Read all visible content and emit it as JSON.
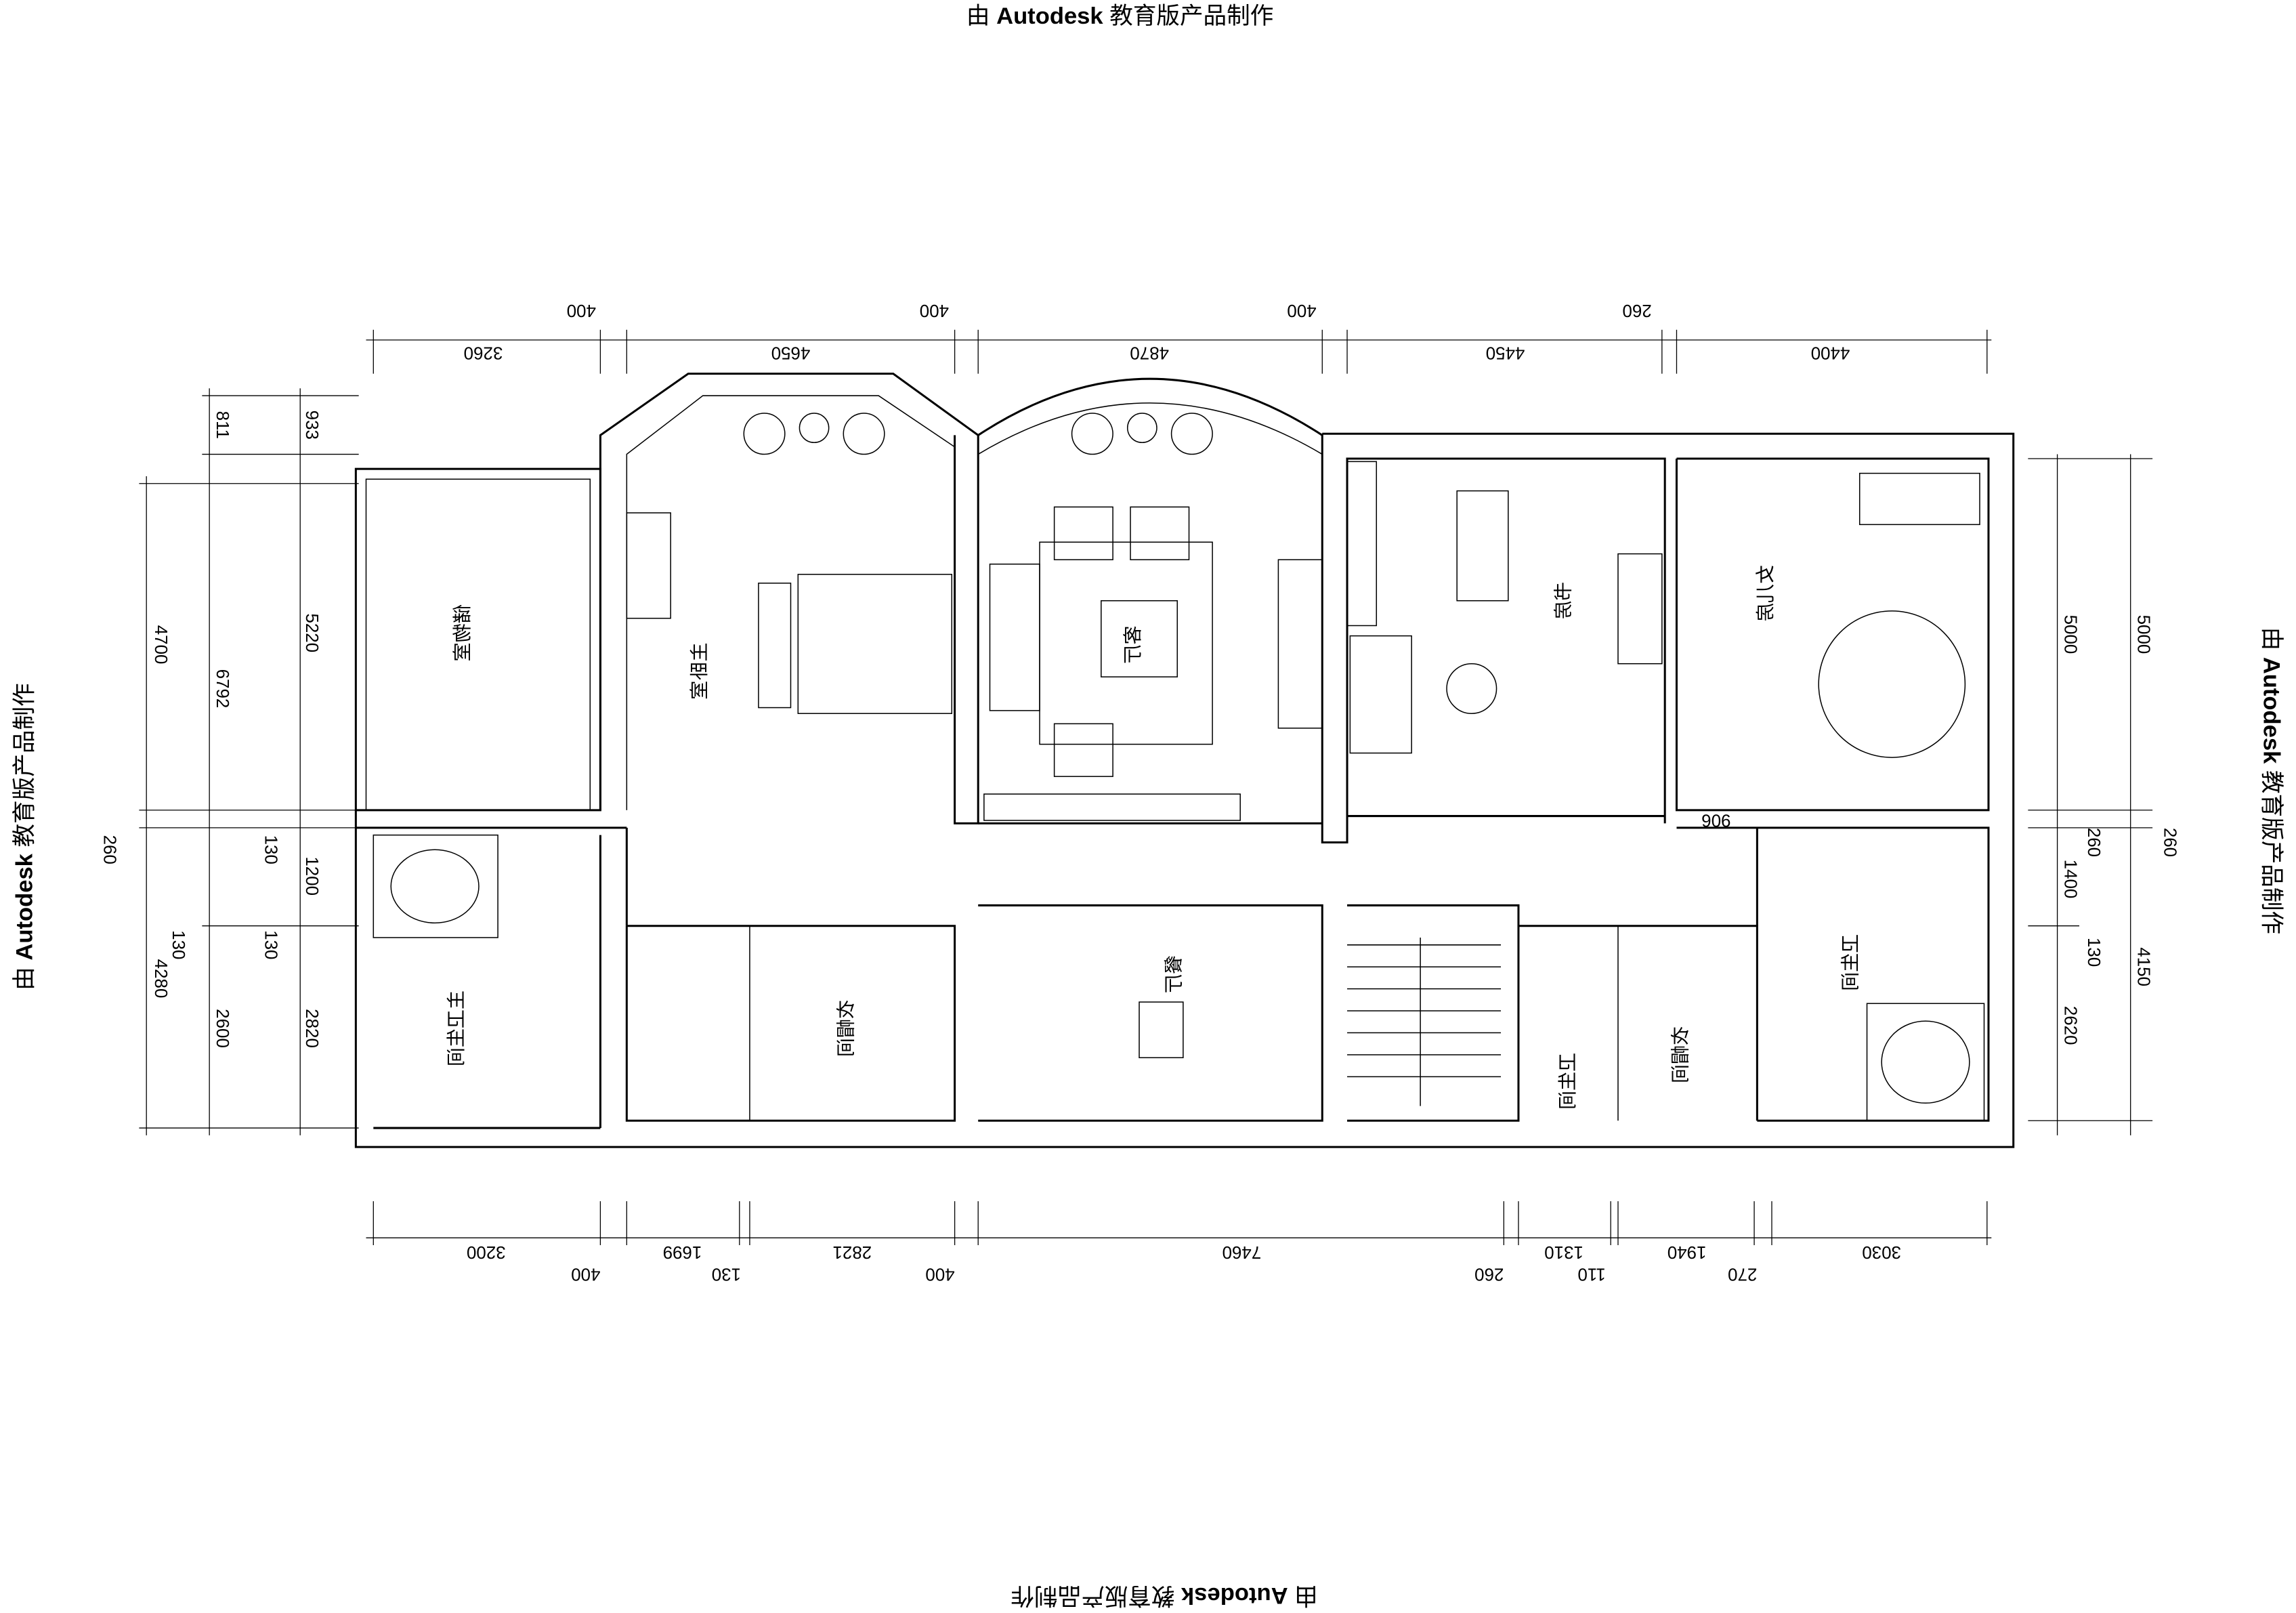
{
  "watermark": {
    "prefix": "由",
    "brand": "Autodesk",
    "suffix": "教育版产品制作"
  },
  "rooms": {
    "storage": "储物室",
    "master_bedroom": "主卧室",
    "living_room": "客厅",
    "study": "书房",
    "daughter_room": "女儿房",
    "master_bath": "主卫生间",
    "closet_left": "衣帽间",
    "dining": "餐厅",
    "bath_middle": "卫生间",
    "closet_right": "衣帽间",
    "bath_right": "卫生间"
  },
  "dimensions": {
    "top_small": [
      "400",
      "400",
      "400",
      "260"
    ],
    "top": [
      "3260",
      "4650",
      "4870",
      "4450",
      "4400"
    ],
    "bottom": [
      "3200",
      "400",
      "1699",
      "130",
      "2821",
      "400",
      "7460",
      "260",
      "1310",
      "110",
      "1940",
      "270",
      "3030"
    ],
    "left_outer": [
      "4700",
      "260",
      "4280"
    ],
    "left_mid": [
      "811",
      "6792",
      "130",
      "2600"
    ],
    "left_inner": [
      "933",
      "5220",
      "130",
      "1200",
      "130",
      "2820"
    ],
    "right_inner": [
      "5000",
      "260",
      "1400",
      "130",
      "2620"
    ],
    "right_outer": [
      "5000",
      "260",
      "4150"
    ],
    "door": "906"
  }
}
